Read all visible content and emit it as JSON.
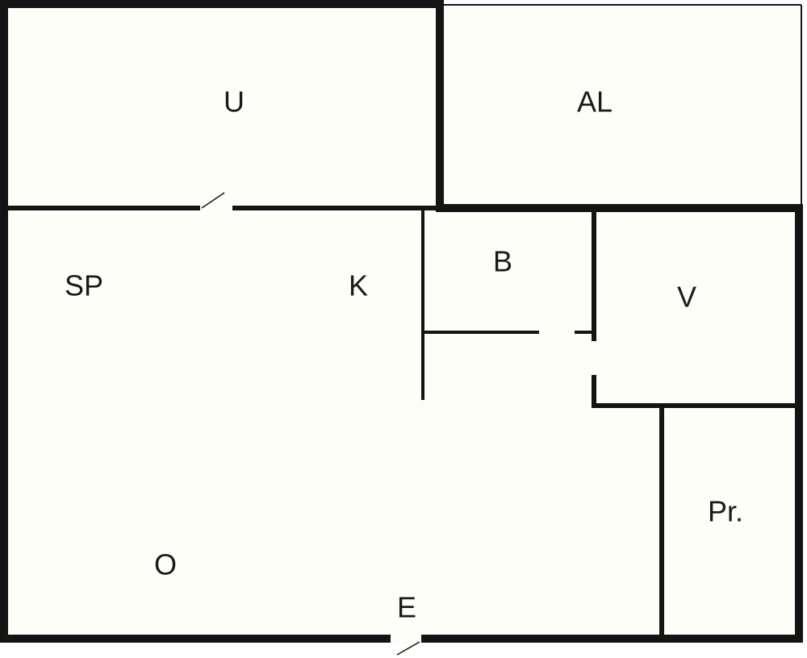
{
  "rooms": {
    "u": "U",
    "al": "AL",
    "sp": "SP",
    "k": "K",
    "b": "B",
    "v": "V",
    "pr": "Pr.",
    "o": "O",
    "e": "E"
  },
  "colors": {
    "background": "#fefef9",
    "wall": "#141414"
  }
}
